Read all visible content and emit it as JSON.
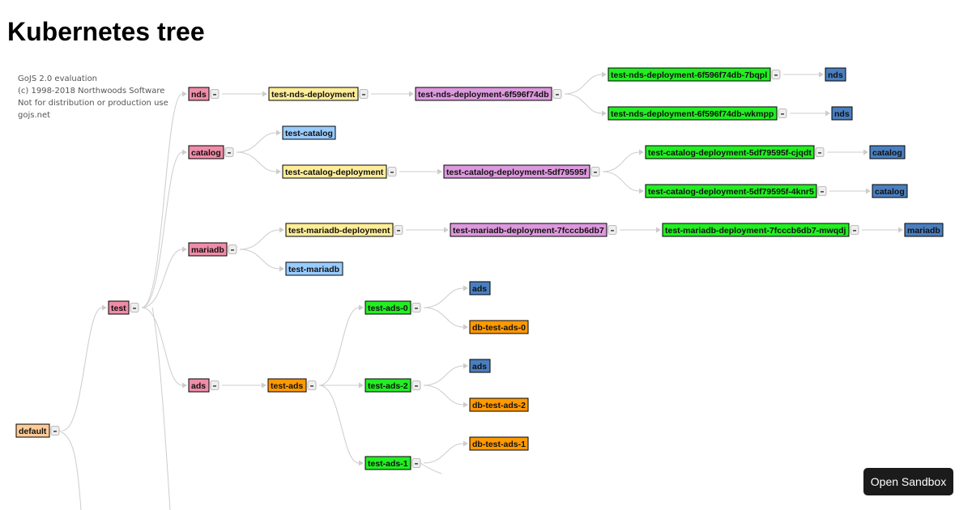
{
  "page": {
    "title": "Kubernetes tree"
  },
  "watermark": {
    "lines": [
      "GoJS 2.0 evaluation",
      "(c) 1998-2018 Northwoods Software",
      "Not for distribution or production use",
      "gojs.net"
    ]
  },
  "colors": {
    "namespace": "#ffcc99",
    "app": "#f08ca8",
    "deployment": "#ffee99",
    "replicaset": "#dd99dd",
    "pod": "#22ee22",
    "service": "#99ccff",
    "container": "#4a7fbf",
    "statefulset": "#ff9900",
    "link": "#cccccc",
    "collapse_button": "#eeeeee"
  },
  "collapse_button_symbol": "–",
  "tree": {
    "nodes": [
      {
        "id": "default",
        "label": "default",
        "kind": "namespace",
        "collapsible": true
      },
      {
        "id": "test",
        "label": "test",
        "kind": "app",
        "collapsible": true
      },
      {
        "id": "nds",
        "label": "nds",
        "kind": "app",
        "collapsible": true
      },
      {
        "id": "test-nds-deployment",
        "label": "test-nds-deployment",
        "kind": "deployment",
        "collapsible": true
      },
      {
        "id": "test-nds-rs",
        "label": "test-nds-deployment-6f596f74db",
        "kind": "replicaset",
        "collapsible": true
      },
      {
        "id": "test-nds-pod-1",
        "label": "test-nds-deployment-6f596f74db-7bqpl",
        "kind": "pod",
        "collapsible": true
      },
      {
        "id": "nds-c1",
        "label": "nds",
        "kind": "container",
        "collapsible": false
      },
      {
        "id": "test-nds-pod-2",
        "label": "test-nds-deployment-6f596f74db-wkmpp",
        "kind": "pod",
        "collapsible": true
      },
      {
        "id": "nds-c2",
        "label": "nds",
        "kind": "container",
        "collapsible": false
      },
      {
        "id": "catalog",
        "label": "catalog",
        "kind": "app",
        "collapsible": true
      },
      {
        "id": "test-catalog",
        "label": "test-catalog",
        "kind": "service",
        "collapsible": false
      },
      {
        "id": "test-catalog-deployment",
        "label": "test-catalog-deployment",
        "kind": "deployment",
        "collapsible": true
      },
      {
        "id": "test-catalog-rs",
        "label": "test-catalog-deployment-5df79595f",
        "kind": "replicaset",
        "collapsible": true
      },
      {
        "id": "test-catalog-pod-1",
        "label": "test-catalog-deployment-5df79595f-cjqdt",
        "kind": "pod",
        "collapsible": true
      },
      {
        "id": "catalog-c1",
        "label": "catalog",
        "kind": "container",
        "collapsible": false
      },
      {
        "id": "test-catalog-pod-2",
        "label": "test-catalog-deployment-5df79595f-4knr5",
        "kind": "pod",
        "collapsible": true
      },
      {
        "id": "catalog-c2",
        "label": "catalog",
        "kind": "container",
        "collapsible": false
      },
      {
        "id": "mariadb",
        "label": "mariadb",
        "kind": "app",
        "collapsible": true
      },
      {
        "id": "test-mariadb-deployment",
        "label": "test-mariadb-deployment",
        "kind": "deployment",
        "collapsible": true
      },
      {
        "id": "test-mariadb-rs",
        "label": "test-mariadb-deployment-7fcccb6db7",
        "kind": "replicaset",
        "collapsible": true
      },
      {
        "id": "test-mariadb-pod",
        "label": "test-mariadb-deployment-7fcccb6db7-mwqdj",
        "kind": "pod",
        "collapsible": true
      },
      {
        "id": "mariadb-c",
        "label": "mariadb",
        "kind": "container",
        "collapsible": false
      },
      {
        "id": "test-mariadb",
        "label": "test-mariadb",
        "kind": "service",
        "collapsible": false
      },
      {
        "id": "ads",
        "label": "ads",
        "kind": "app",
        "collapsible": true
      },
      {
        "id": "test-ads",
        "label": "test-ads",
        "kind": "statefulset",
        "collapsible": true
      },
      {
        "id": "test-ads-0",
        "label": "test-ads-0",
        "kind": "pod",
        "collapsible": true
      },
      {
        "id": "ads-c0",
        "label": "ads",
        "kind": "container",
        "collapsible": false
      },
      {
        "id": "db-test-ads-0",
        "label": "db-test-ads-0",
        "kind": "statefulset",
        "collapsible": false
      },
      {
        "id": "test-ads-2",
        "label": "test-ads-2",
        "kind": "pod",
        "collapsible": true
      },
      {
        "id": "ads-c2",
        "label": "ads",
        "kind": "container",
        "collapsible": false
      },
      {
        "id": "db-test-ads-2",
        "label": "db-test-ads-2",
        "kind": "statefulset",
        "collapsible": false
      },
      {
        "id": "test-ads-1",
        "label": "test-ads-1",
        "kind": "pod",
        "collapsible": true
      },
      {
        "id": "db-test-ads-1",
        "label": "db-test-ads-1",
        "kind": "statefulset",
        "collapsible": false
      }
    ],
    "links": [
      [
        "default",
        "test"
      ],
      [
        "test",
        "nds"
      ],
      [
        "test",
        "catalog"
      ],
      [
        "test",
        "mariadb"
      ],
      [
        "test",
        "ads"
      ],
      [
        "nds",
        "test-nds-deployment"
      ],
      [
        "test-nds-deployment",
        "test-nds-rs"
      ],
      [
        "test-nds-rs",
        "test-nds-pod-1"
      ],
      [
        "test-nds-rs",
        "test-nds-pod-2"
      ],
      [
        "test-nds-pod-1",
        "nds-c1"
      ],
      [
        "test-nds-pod-2",
        "nds-c2"
      ],
      [
        "catalog",
        "test-catalog"
      ],
      [
        "catalog",
        "test-catalog-deployment"
      ],
      [
        "test-catalog-deployment",
        "test-catalog-rs"
      ],
      [
        "test-catalog-rs",
        "test-catalog-pod-1"
      ],
      [
        "test-catalog-rs",
        "test-catalog-pod-2"
      ],
      [
        "test-catalog-pod-1",
        "catalog-c1"
      ],
      [
        "test-catalog-pod-2",
        "catalog-c2"
      ],
      [
        "mariadb",
        "test-mariadb-deployment"
      ],
      [
        "mariadb",
        "test-mariadb"
      ],
      [
        "test-mariadb-deployment",
        "test-mariadb-rs"
      ],
      [
        "test-mariadb-rs",
        "test-mariadb-pod"
      ],
      [
        "test-mariadb-pod",
        "mariadb-c"
      ],
      [
        "ads",
        "test-ads"
      ],
      [
        "test-ads",
        "test-ads-0"
      ],
      [
        "test-ads",
        "test-ads-2"
      ],
      [
        "test-ads",
        "test-ads-1"
      ],
      [
        "test-ads-0",
        "ads-c0"
      ],
      [
        "test-ads-0",
        "db-test-ads-0"
      ],
      [
        "test-ads-2",
        "ads-c2"
      ],
      [
        "test-ads-2",
        "db-test-ads-2"
      ],
      [
        "test-ads-1",
        "db-test-ads-1"
      ]
    ]
  },
  "sandbox_button": {
    "label": "Open Sandbox"
  }
}
